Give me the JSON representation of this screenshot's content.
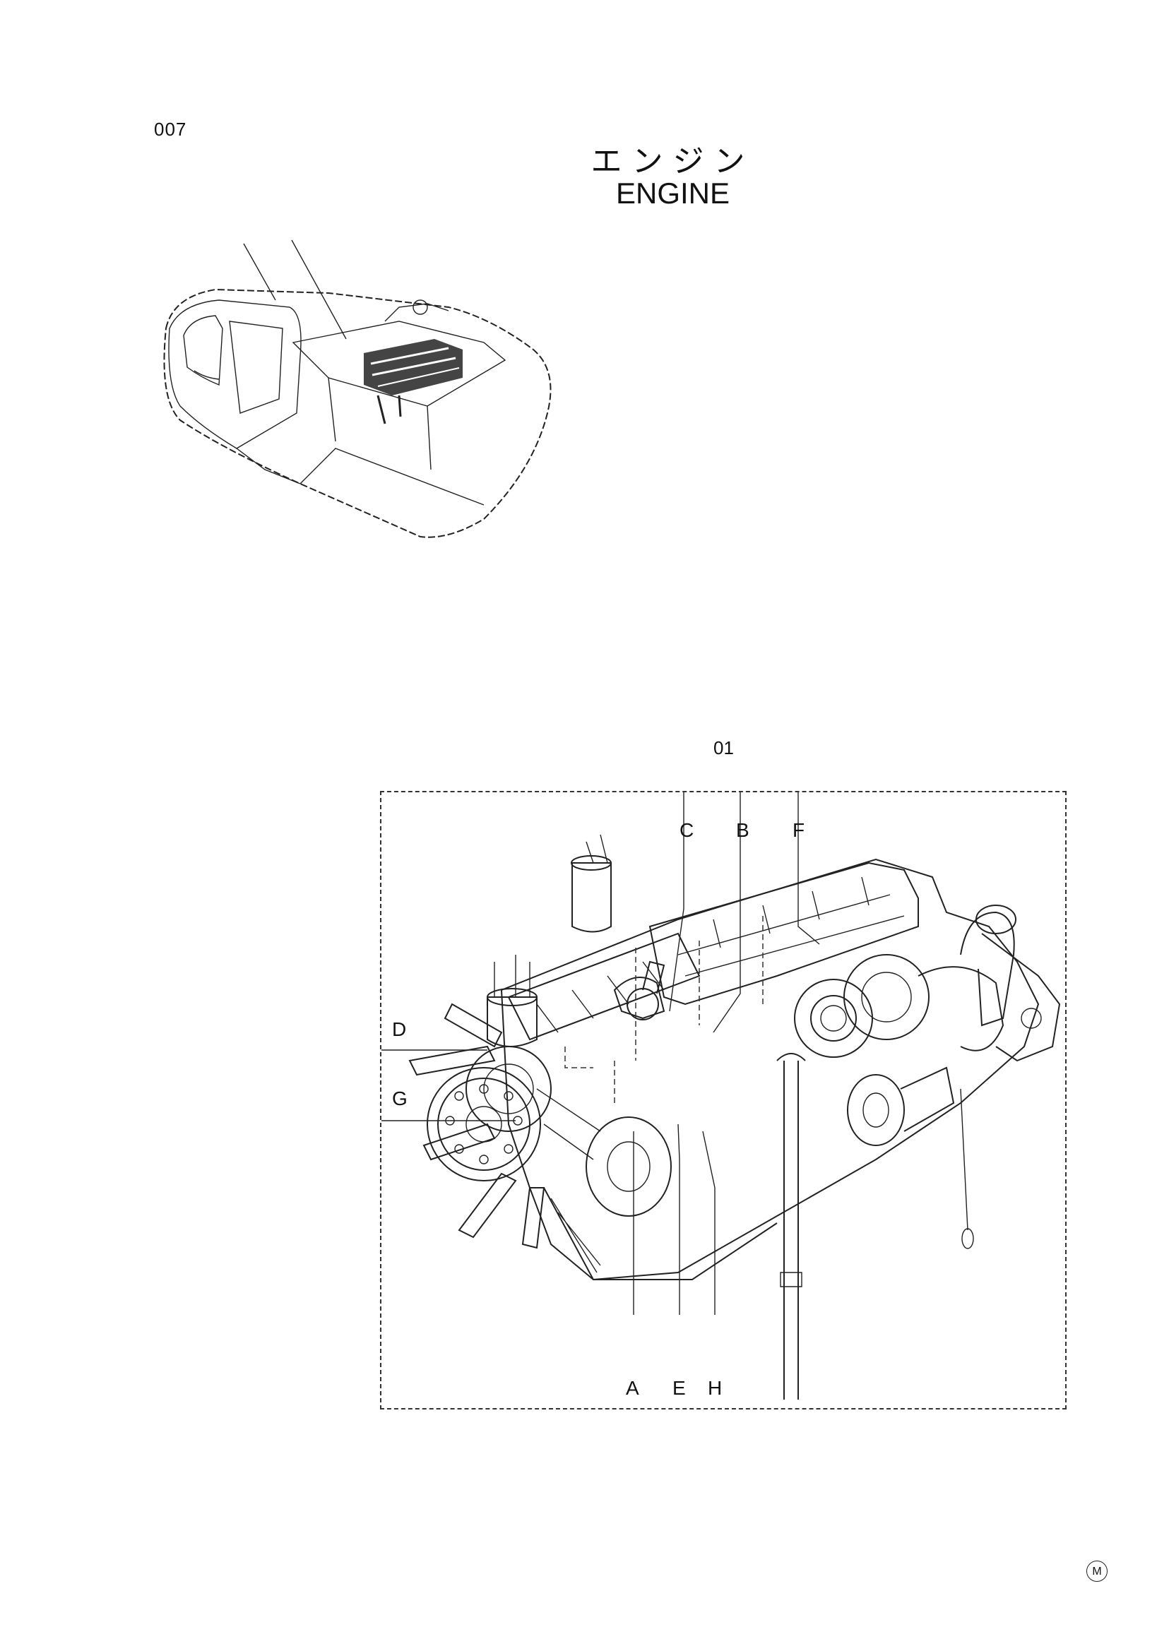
{
  "page": {
    "number": "007",
    "title_jp": "エンジン",
    "title_en": "ENGINE"
  },
  "diagram": {
    "part_reference": "01",
    "callouts": {
      "a": "A",
      "b": "B",
      "c": "C",
      "d": "D",
      "e": "E",
      "f": "F",
      "g": "G",
      "h": "H"
    },
    "mark": "M"
  }
}
